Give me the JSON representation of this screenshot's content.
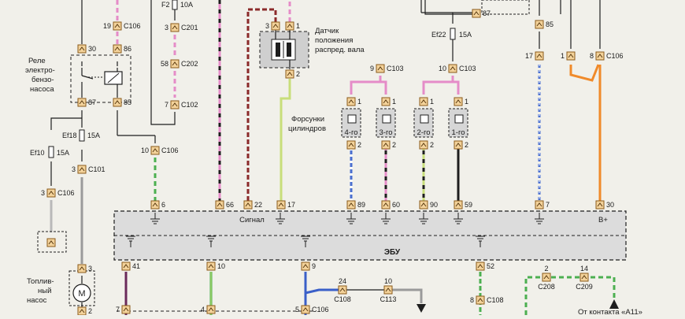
{
  "colors": {
    "background": "#f1f0ea",
    "ecu_fill": "#dcdcdc",
    "wire_pink": "#e58cc8",
    "wire_black": "#1e1e1e",
    "wire_brown_red": "#8b2a2a",
    "wire_light_green": "#c8de7a",
    "wire_blue": "#4a6fd0",
    "wire_orange": "#f08a2a",
    "wire_green": "#4caf50",
    "wire_gray": "#9a9a9a",
    "wire_purple": "#6a2a5a",
    "connector_fill": "#f3d29a",
    "connector_stroke": "#8a5a1a"
  },
  "ecu": {
    "label": "ЭБУ",
    "signal_label": "Сигнал",
    "bplus_label": "B+"
  },
  "labels": {
    "relay_fuel_pump": [
      "Реле",
      "электро-",
      "бензо-",
      "насоса"
    ],
    "camshaft_sensor": [
      "Датчик",
      "положения",
      "распред. вала"
    ],
    "injectors": [
      "Форсунки",
      "цилиндров"
    ],
    "fuel_pump": [
      "Топлив-",
      "ный",
      "насос"
    ],
    "from_contact": "От контакта «A11»",
    "motor_symbol": "M"
  },
  "injector_labels": [
    "4-го",
    "3-го",
    "2-го",
    "1-го"
  ],
  "fuses": {
    "f2": "F2",
    "f2_rating": "10A",
    "ef18": "Ef18",
    "ef18_rating": "15A",
    "ef10": "Ef10",
    "ef10_rating": "15A",
    "ef22": "Ef22",
    "ef22_rating": "15A"
  },
  "connectors": {
    "c106": "C106",
    "c201": "C201",
    "c202": "C202",
    "c102": "C102",
    "c101": "C101",
    "c103": "C103",
    "c108": "C108",
    "c113": "C113",
    "c208": "C208",
    "c209": "C209"
  },
  "pins": {
    "p19": "19",
    "p3": "3",
    "p58": "58",
    "p7": "7",
    "p30": "30",
    "p86": "86",
    "p87": "87",
    "p85": "85",
    "p10": "10",
    "p1": "1",
    "p2": "2",
    "p9": "9",
    "p17": "17",
    "p8": "8",
    "p6": "6",
    "p66": "66",
    "p22": "22",
    "p89": "89",
    "p60": "60",
    "p90": "90",
    "p59": "59",
    "p41": "41",
    "p52": "52",
    "p24": "24",
    "p5": "5",
    "p4": "4",
    "p14": "14"
  }
}
